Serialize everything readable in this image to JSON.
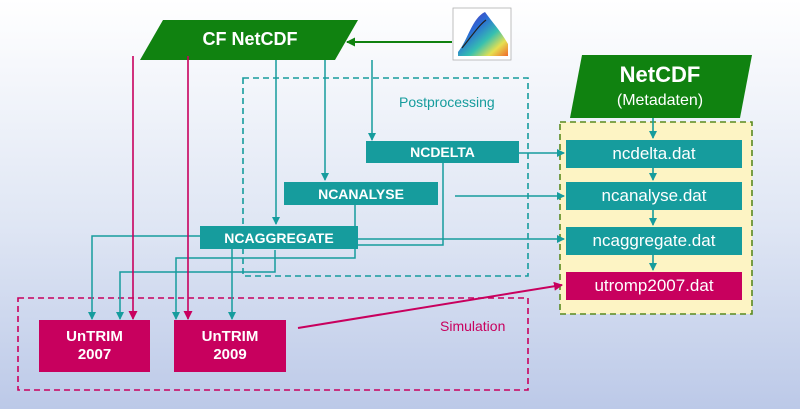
{
  "source": {
    "label": "CF NetCDF"
  },
  "metadata": {
    "title": "NetCDF",
    "subtitle": "(Metadaten)"
  },
  "groups": {
    "postprocessing": "Postprocessing",
    "simulation": "Simulation"
  },
  "processes": {
    "ncdelta": "NCDELTA",
    "ncanalyse": "NCANALYSE",
    "ncaggregate": "NCAGGREGATE"
  },
  "simulations": {
    "untrim2007": {
      "line1": "UnTRIM",
      "line2": "2007"
    },
    "untrim2009": {
      "line1": "UnTRIM",
      "line2": "2009"
    }
  },
  "files": {
    "ncdelta": "ncdelta.dat",
    "ncanalyse": "ncanalyse.dat",
    "ncaggregate": "ncaggregate.dat",
    "utromp": "utromp2007.dat"
  },
  "colors": {
    "green": "#108210",
    "teal": "#169c9d",
    "magenta": "#c8005e",
    "yellow_panel": "#fdf4c4"
  }
}
